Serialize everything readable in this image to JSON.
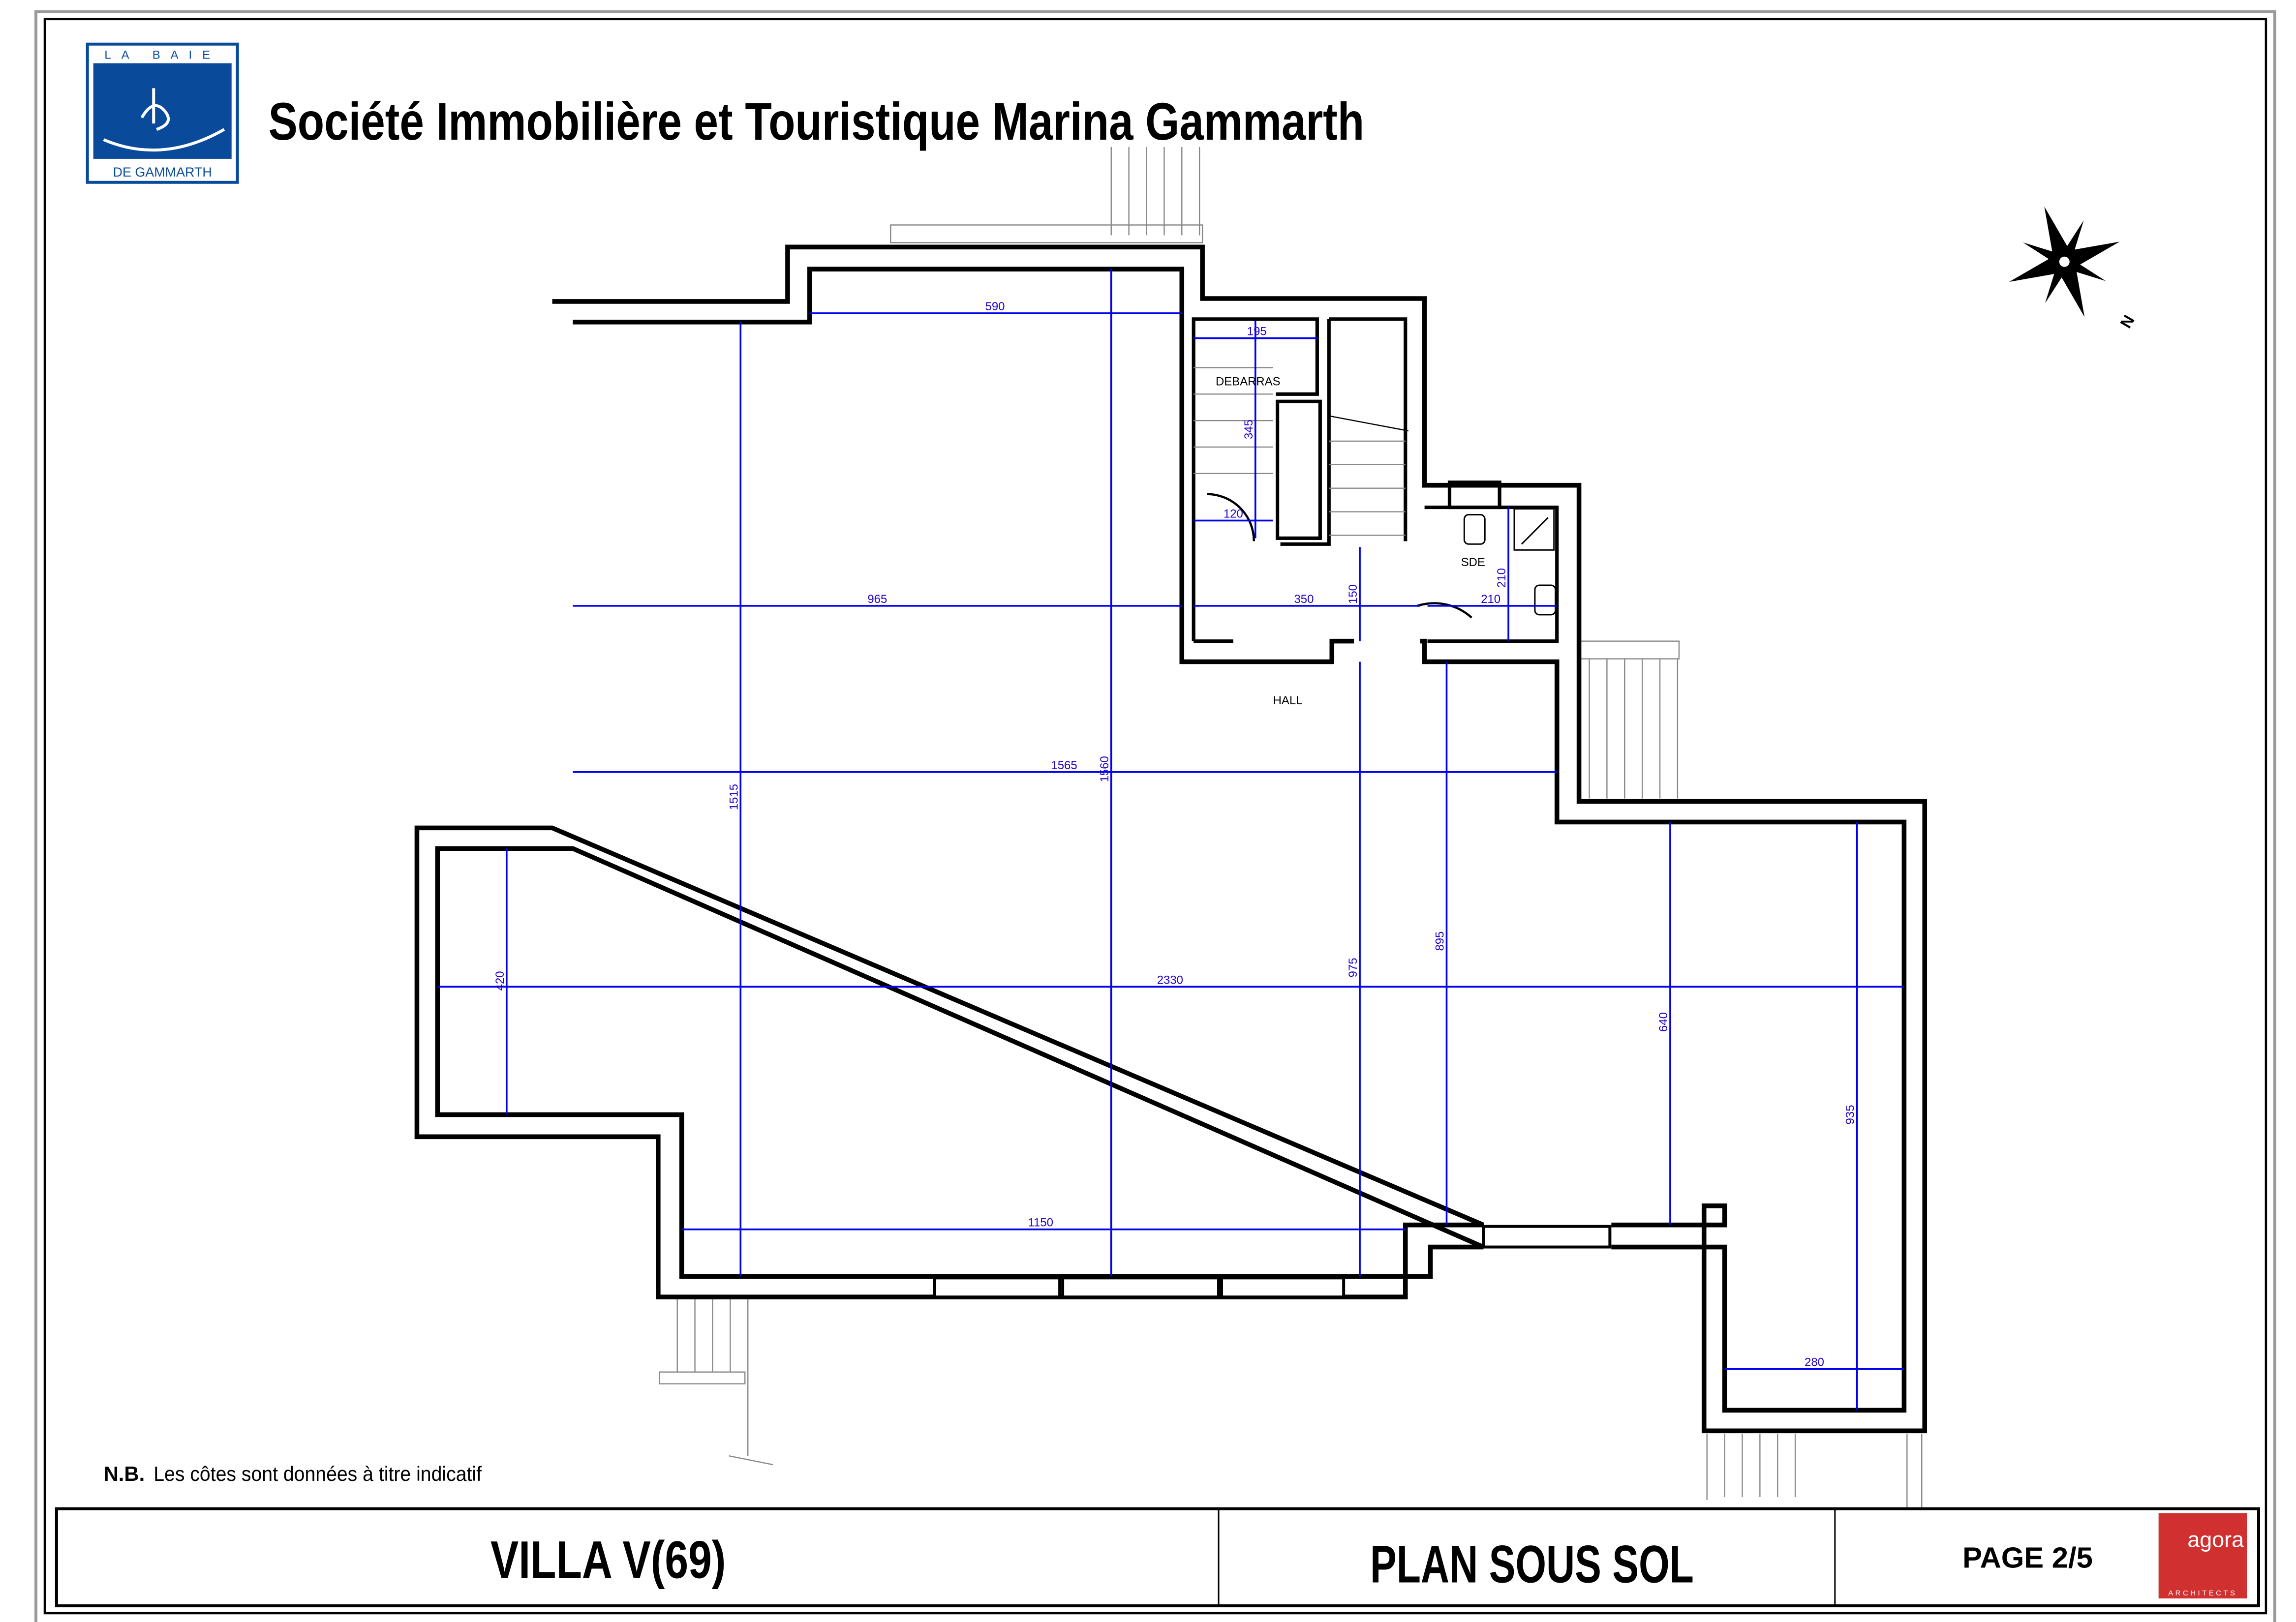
{
  "header": {
    "company_title": "Société Immobilière et Touristique Marina Gammarth",
    "logo_top": "LA BAIE",
    "logo_bottom": "DE GAMMARTH"
  },
  "compass": {
    "north_label": "N"
  },
  "rooms": {
    "debarras": "DEBARRAS",
    "sde": "SDE",
    "hall": "HALL"
  },
  "dimensions": {
    "d590": "590",
    "d965": "965",
    "d350": "350",
    "d1565": "1565",
    "d1515": "1515",
    "d1560": "1560",
    "d2330": "2330",
    "d420": "420",
    "d1150": "1150",
    "d975": "975",
    "d895": "895",
    "d640": "640",
    "d935": "935",
    "d280": "280",
    "d195": "195",
    "d345": "345",
    "d120": "120",
    "d150": "150",
    "d210a": "210",
    "d210b": "210"
  },
  "note": {
    "prefix": "N.B.",
    "text": "Les côtes sont données à titre indicatif"
  },
  "title_block": {
    "villa": "VILLA  V(69)",
    "plan": "PLAN SOUS SOL",
    "page": "PAGE 2/5",
    "architect_logo": "agora",
    "architect_sub": "ARCHITECTS"
  },
  "colors": {
    "dimension": "#0000ee",
    "logo_blue": "#0a4a9a",
    "agora_red": "#d03030"
  }
}
